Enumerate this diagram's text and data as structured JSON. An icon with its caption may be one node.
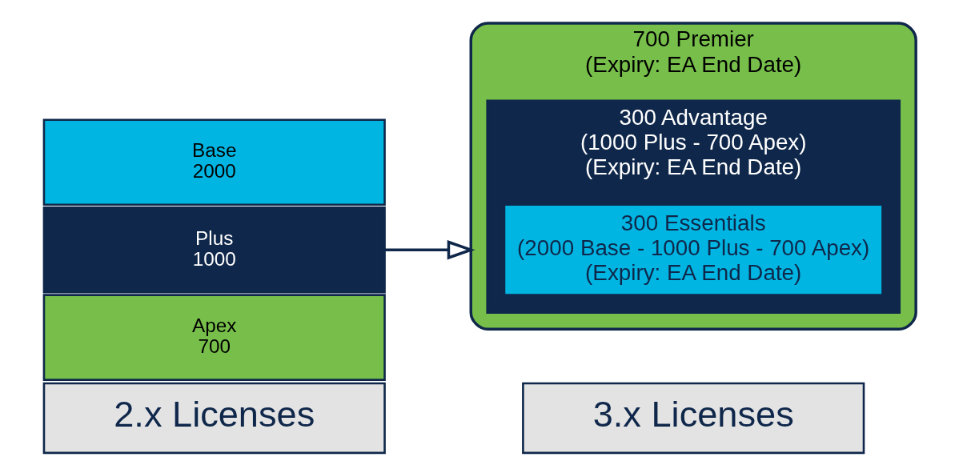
{
  "diagram": {
    "nodes": [
      {
        "text": [
          "2.x Licenses"
        ]
      },
      {
        "text": [
          "Apex",
          "700"
        ]
      },
      {
        "text": [
          "Plus",
          "1000"
        ]
      },
      {
        "text": [
          "Base",
          "2000"
        ]
      },
      {
        "text": [
          "3.x Licenses"
        ]
      },
      {
        "text": [
          "700 Premier",
          "(Expiry: EA End Date)"
        ]
      },
      {
        "text": [
          "300 Advantage",
          "(1000 Plus - 700 Apex)",
          "(Expiry: EA End Date)"
        ],
        "in": 5
      },
      {
        "text": [
          "300 Essentials",
          "(2000 Base - 1000 Plus - 700 Apex)",
          "(Expiry: EA End Date)"
        ],
        "in": 6
      }
    ],
    "edges": [
      {
        "from": 2,
        "to": 5,
        "arrow": "to"
      }
    ]
  }
}
